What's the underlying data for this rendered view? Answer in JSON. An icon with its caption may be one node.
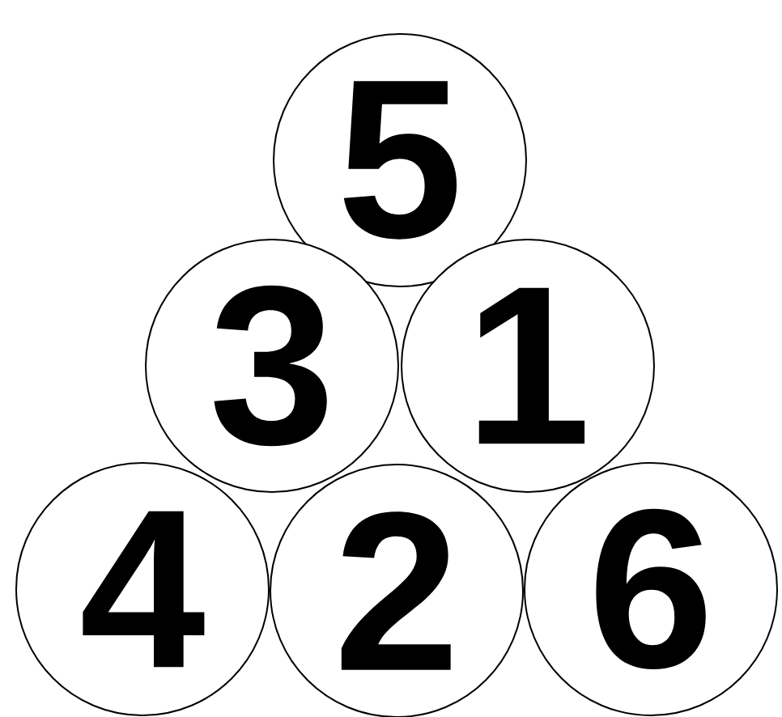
{
  "diagram": {
    "nodes": [
      {
        "text": [
          "5"
        ]
      },
      {
        "text": [
          "3"
        ]
      },
      {
        "text": [
          "1"
        ]
      },
      {
        "text": [
          "4"
        ]
      },
      {
        "text": [
          "2"
        ]
      },
      {
        "text": [
          "6"
        ]
      }
    ],
    "edges": []
  }
}
